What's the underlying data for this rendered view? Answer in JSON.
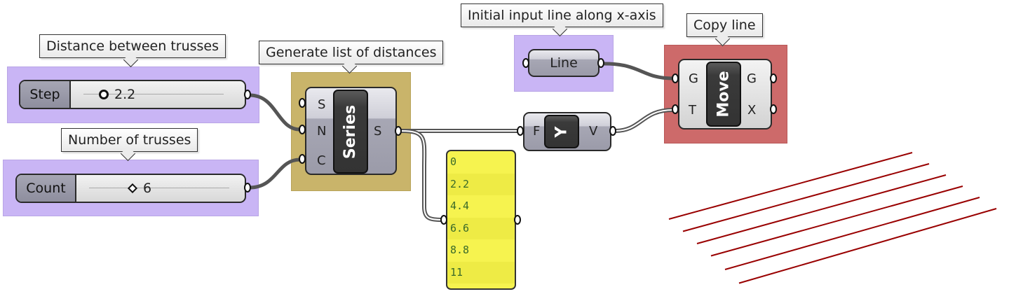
{
  "canvas": {
    "app": "Grasshopper"
  },
  "tooltips": {
    "distance": "Distance between trusses",
    "count": "Number of trusses",
    "series": "Generate list of distances",
    "line": "Initial input line along x-axis",
    "move": "Copy line"
  },
  "sliders": {
    "step": {
      "name": "Step",
      "value": "2.2",
      "grip": "circle"
    },
    "count": {
      "name": "Count",
      "value": "6",
      "grip": "diamond"
    }
  },
  "series": {
    "name": "Series",
    "inputs": [
      "S",
      "N",
      "C"
    ],
    "outputs": [
      "S"
    ]
  },
  "unit_y": {
    "name": "Y",
    "inputs": [
      "F"
    ],
    "outputs": [
      "V"
    ]
  },
  "line_param": {
    "name": "Line"
  },
  "move": {
    "name": "Move",
    "inputs": [
      "G",
      "T"
    ],
    "outputs": [
      "G",
      "X"
    ]
  },
  "panel": {
    "values": [
      "0",
      "2.2",
      "4.4",
      "6.6",
      "8.8",
      "11"
    ]
  },
  "colors": {
    "group_purple": "#c9b5f5",
    "group_gold": "#c9b46a",
    "group_red": "#cd6a6a",
    "panel_yellow": "#f6f34f",
    "preview_line": "#990000"
  },
  "preview": {
    "line_count": 6
  }
}
